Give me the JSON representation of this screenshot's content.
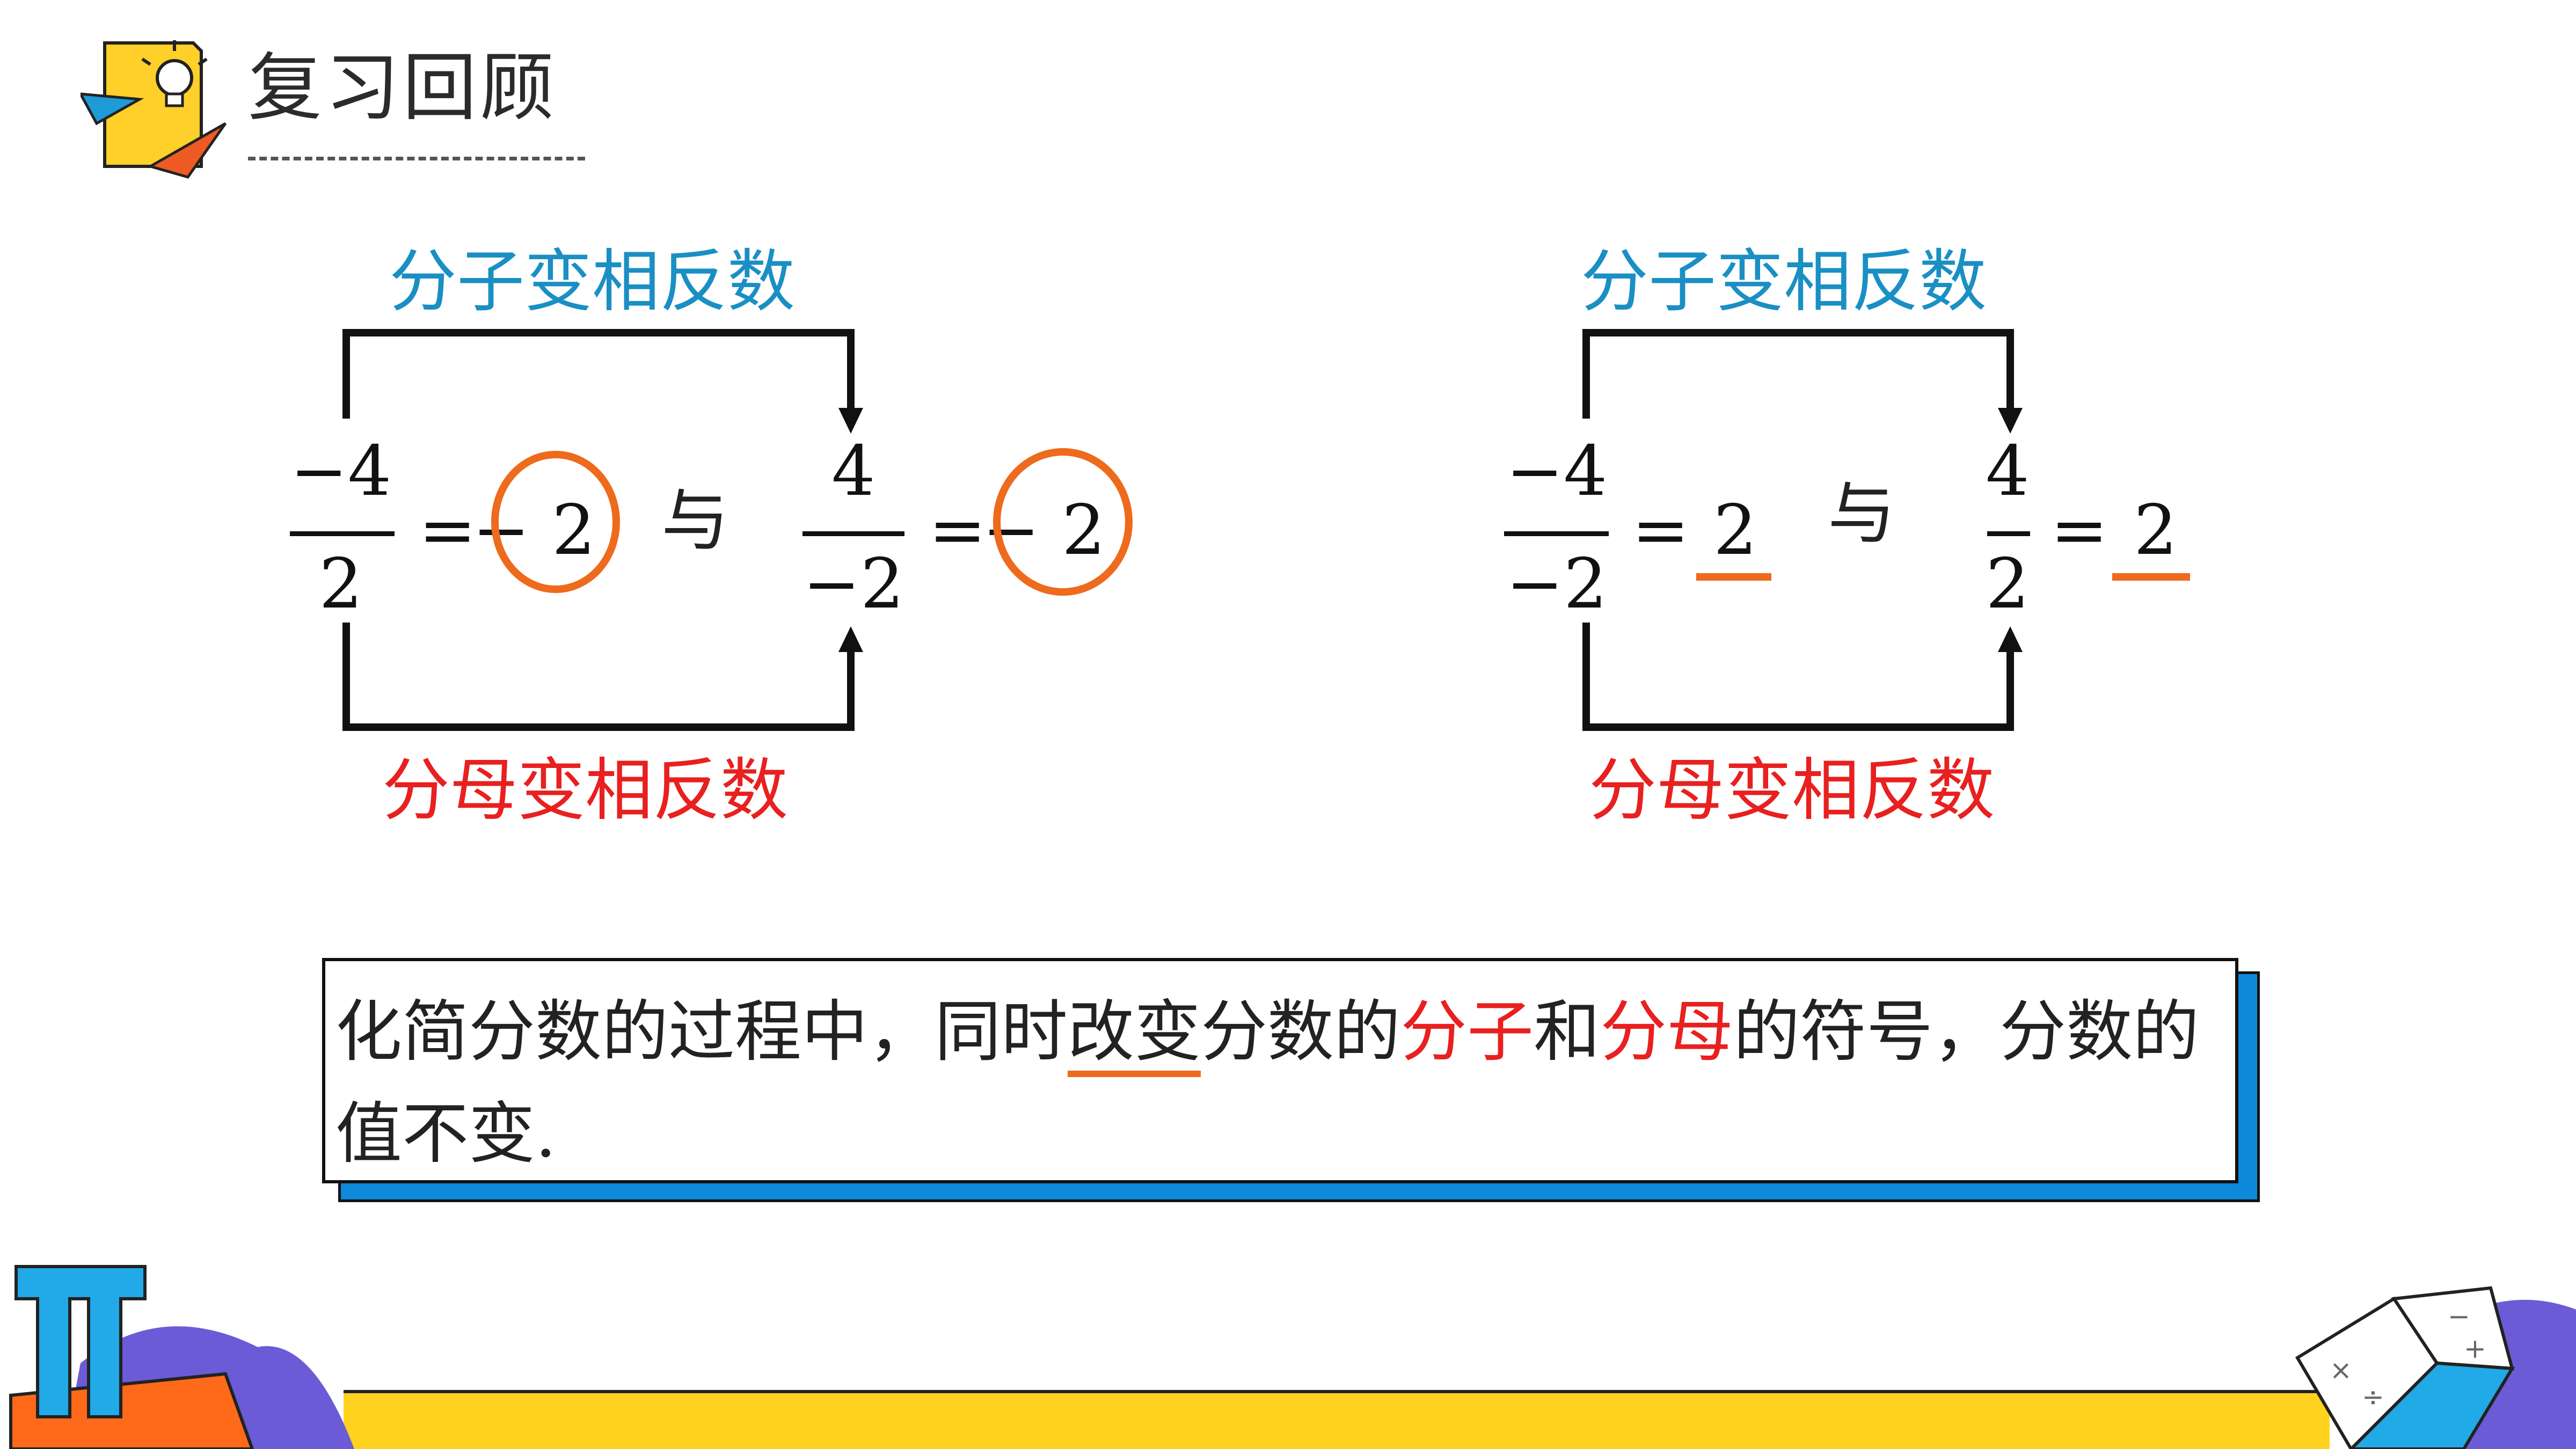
{
  "header": {
    "title": "复习回顾"
  },
  "left": {
    "top_label": "分子变相反数",
    "bottom_label": "分母变相反数",
    "frac1": {
      "numerator": "−4",
      "denominator": "2"
    },
    "eq1": "=",
    "result1": "− 2",
    "connector": "与",
    "frac2": {
      "numerator": "4",
      "denominator": "−2"
    },
    "eq2": "=",
    "result2": "− 2"
  },
  "right": {
    "top_label": "分子变相反数",
    "bottom_label": "分母变相反数",
    "frac1": {
      "numerator": "−4",
      "denominator": "−2"
    },
    "eq1": "=",
    "result1": "2",
    "connector": "与",
    "frac2": {
      "numerator": "4",
      "denominator": "2"
    },
    "eq2": "=",
    "result2": "2"
  },
  "note": {
    "p1": "化简分数的过程中，同时",
    "p2": "改变",
    "p3": "分数的",
    "p4": "分子",
    "p5": "和",
    "p6": "分母",
    "p7": "的符号，分数的值不变."
  },
  "colors": {
    "blue_label": "#1a8fc4",
    "red_label": "#e8201f",
    "highlight": "#ee6a1c",
    "footer": "#ffd21f",
    "note_shadow": "#0e88d8"
  },
  "icons": {
    "logo": "lightbulb-paper-plane-icon",
    "pi": "pi-icon",
    "book": "book-icon"
  }
}
